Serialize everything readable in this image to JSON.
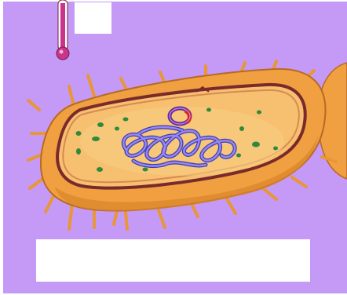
{
  "diagram": {
    "type": "bacterial-cell-illustration",
    "labels": [],
    "parts": [
      {
        "name": "cell-wall",
        "color": "#f0a040"
      },
      {
        "name": "cell-membrane",
        "color": "#7a2a2a"
      },
      {
        "name": "cytoplasm",
        "color": "#f6c070"
      },
      {
        "name": "nucleoid-dna",
        "color": "#7d63d8"
      },
      {
        "name": "plasmid",
        "color": "#6a2a9a"
      },
      {
        "name": "ribosomes",
        "color": "#2f8a3a"
      },
      {
        "name": "pili",
        "color": "#f0a040"
      },
      {
        "name": "thermometer-pointer",
        "color": "#c8358a"
      }
    ]
  },
  "colors": {
    "background": "#c49af6",
    "label_box": "#ffffff",
    "outline": "#b86a22"
  }
}
